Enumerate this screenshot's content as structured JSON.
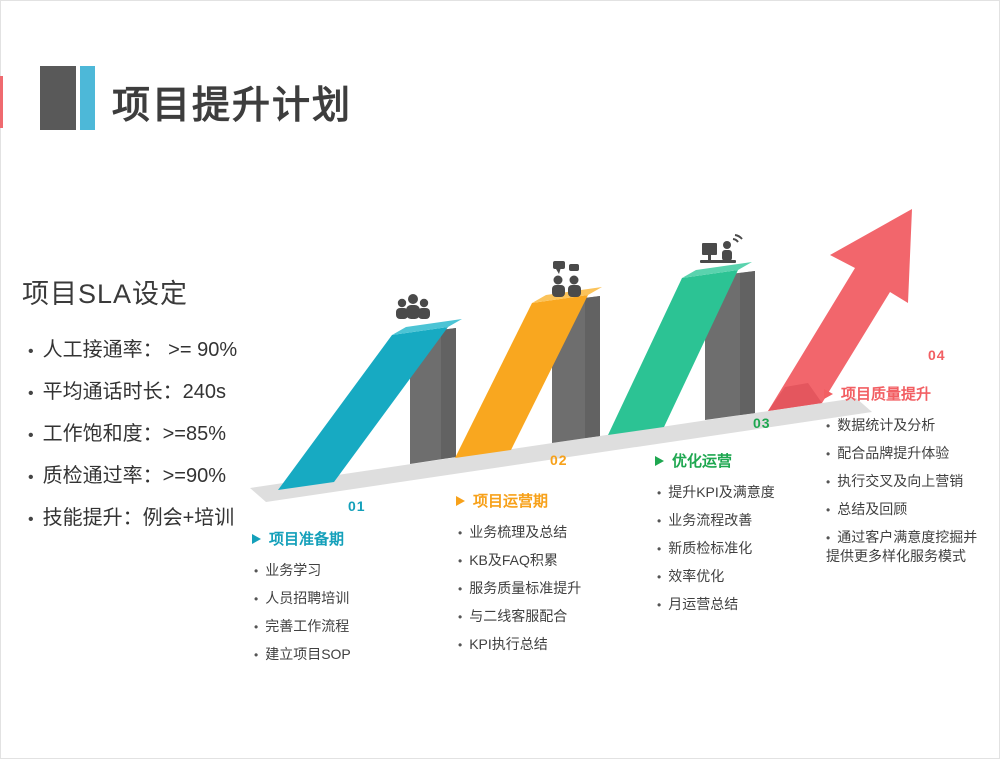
{
  "header": {
    "title": "项目提升计划",
    "accent_dark": "#595959",
    "accent_blue": "#4db8d8"
  },
  "sla": {
    "title": "项目SLA设定",
    "items": [
      "人工接通率： >= 90%",
      "平均通话时长：240s",
      "工作饱和度：>=85%",
      "质检通过率：>=90%",
      "技能提升：例会+培训"
    ]
  },
  "stages": [
    {
      "number": "01",
      "title": "项目准备期",
      "color": "#14a0ba",
      "items": [
        "业务学习",
        "人员招聘培训",
        "完善工作流程",
        "建立项目SOP"
      ]
    },
    {
      "number": "02",
      "title": "项目运营期",
      "color": "#f7a11a",
      "items": [
        "业务梳理及总结",
        "KB及FAQ积累",
        "服务质量标准提升",
        "与二线客服配合",
        "KPI执行总结"
      ]
    },
    {
      "number": "03",
      "title": "优化运营",
      "color": "#1ea750",
      "items": [
        "提升KPI及满意度",
        "业务流程改善",
        "新质检标准化",
        "效率优化",
        "月运营总结"
      ]
    },
    {
      "number": "04",
      "title": "项目质量提升",
      "color": "#f25f63",
      "items": [
        "数据统计及分析",
        "配合品牌提升体验",
        "执行交叉及向上营销",
        "总结及回顾",
        "通过客户满意度挖掘并提供更多样化服务模式"
      ]
    }
  ],
  "diagram": {
    "ramp_colors": {
      "teal": "#17aac2",
      "orange": "#f9a71f",
      "green": "#2cc394",
      "red": "#f2666c"
    },
    "slab_color": "#6e6e6e",
    "ground_color": "#dedede",
    "icon_names": [
      "team-icon",
      "discussion-icon",
      "workstation-icon",
      "growth-arrow-icon"
    ]
  }
}
